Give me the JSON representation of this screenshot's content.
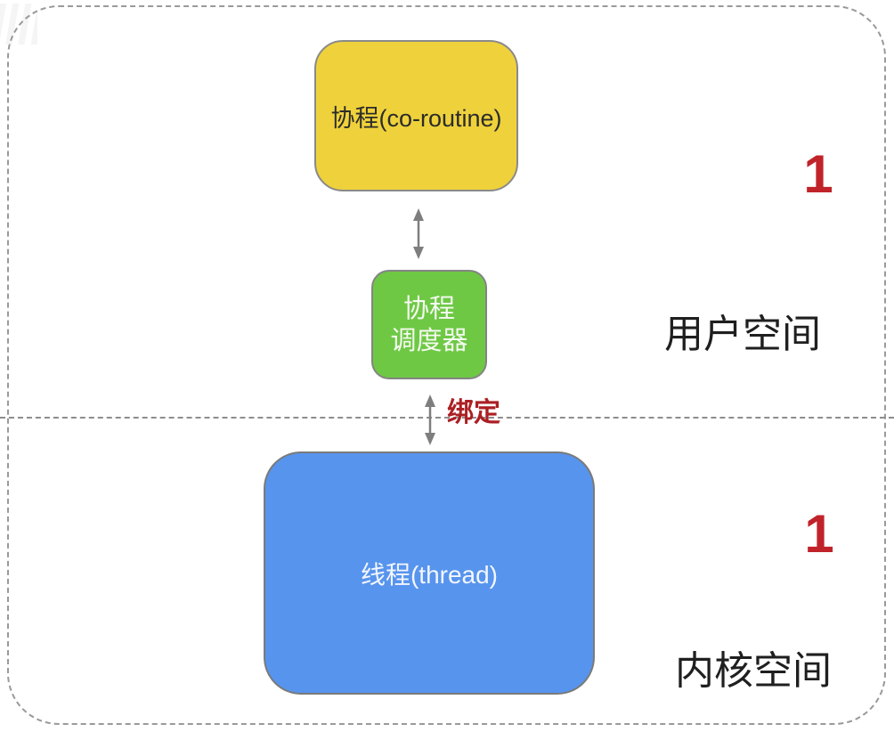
{
  "nodes": {
    "coroutine": {
      "label": "协程(co-routine)",
      "fill": "#EFD23B"
    },
    "scheduler": {
      "label_line1": "协程",
      "label_line2": "调度器",
      "fill": "#6EC844"
    },
    "thread": {
      "label": "线程(thread)",
      "fill": "#5794EE"
    }
  },
  "annotations": {
    "binding": "绑定",
    "user_space": "用户空间",
    "kernel_space": "内核空间",
    "user_space_count": "1",
    "kernel_space_count": "1"
  },
  "colors": {
    "accent_red": "#C02329",
    "binding_red": "#AB1F24",
    "node_border_gray": "#8A8A8A",
    "arrow_gray": "#7E7E7E",
    "dashed_border_gray": "#9A9A9A",
    "background": "#FFFFFF"
  }
}
